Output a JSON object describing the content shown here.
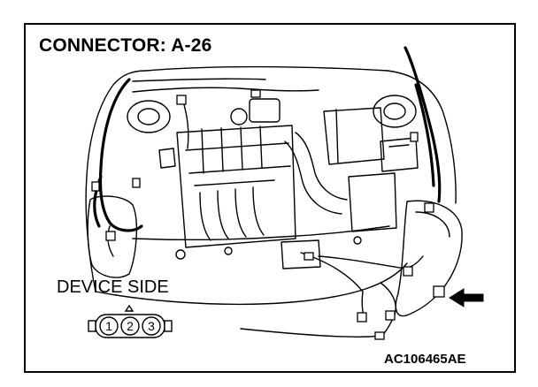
{
  "figure": {
    "title": "CONNECTOR: A-26",
    "device_label": "DEVICE SIDE",
    "figure_code": "AC106465AE",
    "connector_pins": [
      "1",
      "2",
      "3"
    ],
    "pointer": "arrow-left"
  }
}
